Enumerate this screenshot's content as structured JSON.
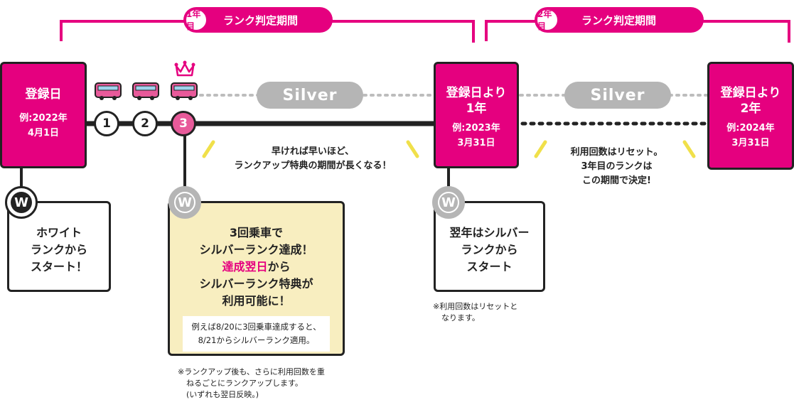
{
  "period1": {
    "num": "1年目",
    "label": "ランク判定期間"
  },
  "period2": {
    "num": "2年目",
    "label": "ランク判定期間"
  },
  "start_box": {
    "title": "登録日",
    "date_line1": "例:2022年",
    "date_line2": "4月1日"
  },
  "year1_box": {
    "title_line1": "登録日より",
    "title_line2": "1年",
    "date_line1": "例:2023年",
    "date_line2": "3月31日"
  },
  "year2_box": {
    "title_line1": "登録日より",
    "title_line2": "2年",
    "date_line1": "例:2024年",
    "date_line2": "3月31日"
  },
  "rides": [
    "1",
    "2",
    "3"
  ],
  "silver_label_1": "Silver",
  "silver_label_2": "Silver",
  "badge_letter": "W",
  "caption_early": {
    "line1": "早ければ早いほど、",
    "line2": "ランクアップ特典の期間が長くなる！"
  },
  "caption_reset": {
    "line1": "利用回数はリセット。",
    "line2": "3年目のランクは",
    "line3": "この期間で決定!"
  },
  "white_box": {
    "line1": "ホワイト",
    "line2": "ランクから",
    "line3": "スタート！"
  },
  "achieve_box": {
    "line1": "3回乗車で",
    "line2": "シルバーランク達成！",
    "line3_accent": "達成翌日",
    "line3_rest": "から",
    "line4": "シルバーランク特典が",
    "line5": "利用可能に！",
    "example_line1": "例えば8/20に3回乗車達成すると、",
    "example_line2": "8/21からシルバーランク適用。"
  },
  "silver_box": {
    "line1": "翌年はシルバー",
    "line2": "ランクから",
    "line3": "スタート"
  },
  "note_rankup": {
    "line1": "※ランクアップ後も、さらに利用回数を重",
    "line2": "ねるごとにランクアップします。",
    "line3": "(いずれも翌日反映。)"
  },
  "note_reset": {
    "line1": "※利用回数はリセットと",
    "line2": "なります。"
  },
  "colors": {
    "accent": "#e5007f",
    "silver": "#b5b5b5",
    "highlight_box": "#f8eec0",
    "ride3": "#e85a9a",
    "tick": "#f0e04a"
  },
  "icons": [
    "bus-icon",
    "crown-icon",
    "rank-w-icon"
  ]
}
